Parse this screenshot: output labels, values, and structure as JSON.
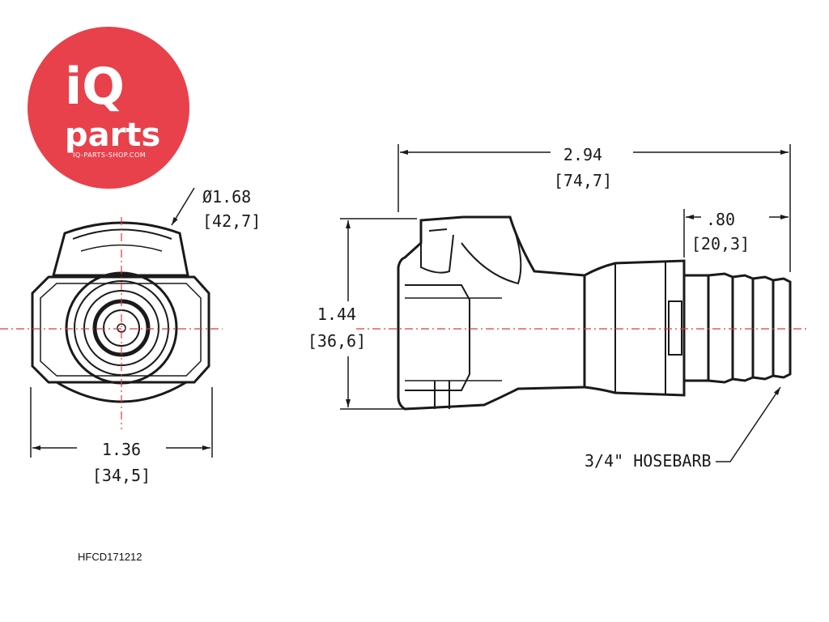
{
  "logo": {
    "brand_iq": "iQ",
    "brand_parts": "parts",
    "url": "IQ-PARTS-SHOP.COM",
    "color": "#e8414c"
  },
  "front_view": {
    "diameter_in": "Ø1.68",
    "diameter_mm": "[42,7]",
    "width_in": "1.36",
    "width_mm": "[34,5]"
  },
  "side_view": {
    "length_in": "2.94",
    "length_mm": "[74,7]",
    "height_in": "1.44",
    "height_mm": "[36,6]",
    "barb_len_in": ".80",
    "barb_len_mm": "[20,3]",
    "callout": "3/4\" HOSEBARB"
  },
  "part_number": "HFCD171212",
  "colors": {
    "outline": "#1a1a1a",
    "centerline": "#e0383f"
  }
}
